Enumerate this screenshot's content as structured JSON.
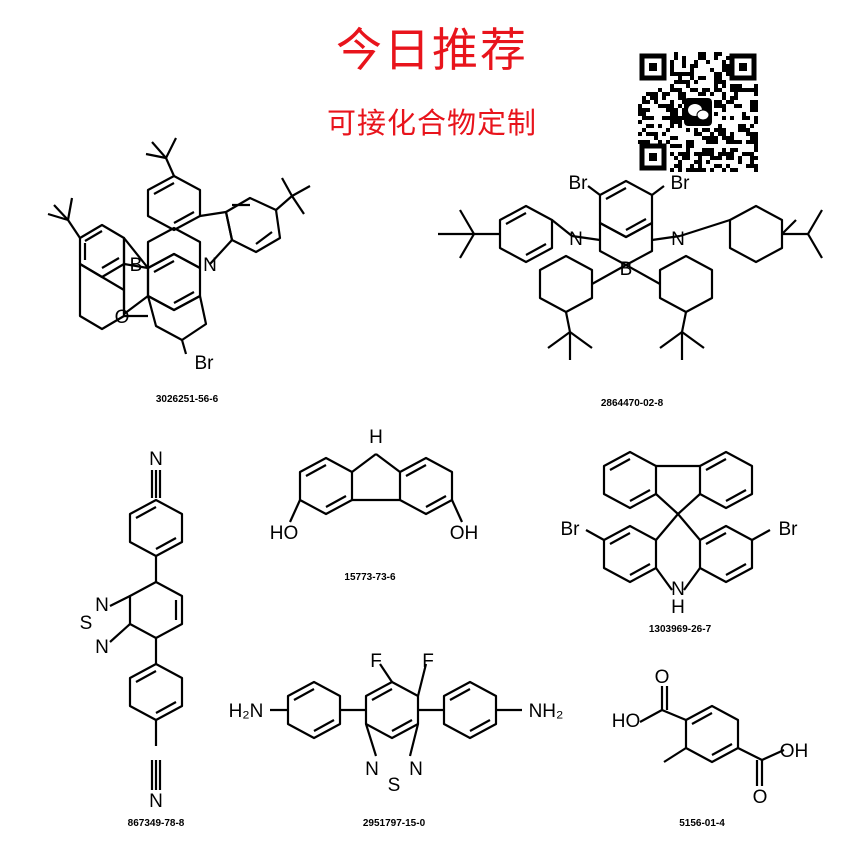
{
  "header": {
    "title": "今日推荐",
    "subtitle": "可接化合物定制"
  },
  "qr_icon": "wechat-qr-code",
  "compounds": [
    {
      "cas": "3026251-56-6"
    },
    {
      "cas": "2864470-02-8"
    },
    {
      "cas": "867349-78-8"
    },
    {
      "cas": "15773-73-6"
    },
    {
      "cas": "1303969-26-7"
    },
    {
      "cas": "2951797-15-0"
    },
    {
      "cas": "5156-01-4"
    }
  ],
  "atoms": {
    "B": "B",
    "N": "N",
    "O": "O",
    "Br": "Br",
    "S": "S",
    "F": "F",
    "H": "H",
    "HO": "HO",
    "OH": "OH",
    "H2N": "H₂N",
    "NH2": "NH₂"
  }
}
